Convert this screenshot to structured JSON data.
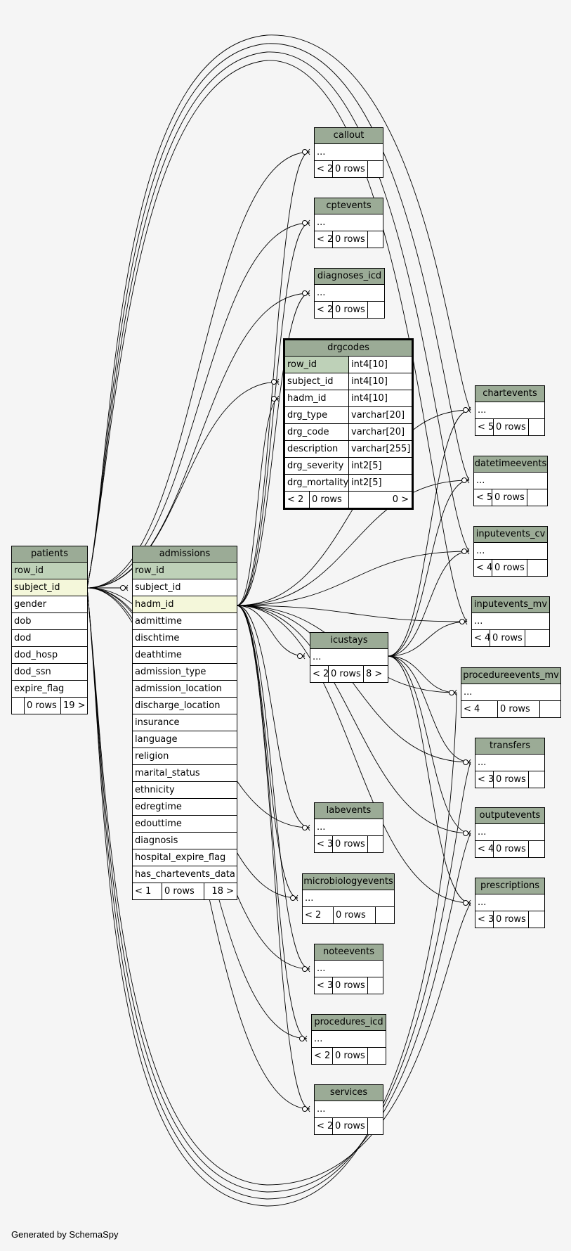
{
  "colors": {
    "header": "#9bab96",
    "primary_key": "#bed1b8",
    "foreign_key": "#f4f7da",
    "background": "#f5f5f5"
  },
  "footer": "Generated by SchemaSpy",
  "patients": {
    "title": "patients",
    "columns": [
      "row_id",
      "subject_id",
      "gender",
      "dob",
      "dod",
      "dod_hosp",
      "dod_ssn",
      "expire_flag"
    ],
    "footer": [
      "",
      "0 rows",
      "19 >"
    ]
  },
  "admissions": {
    "title": "admissions",
    "columns": [
      "row_id",
      "subject_id",
      "hadm_id",
      "admittime",
      "dischtime",
      "deathtime",
      "admission_type",
      "admission_location",
      "discharge_location",
      "insurance",
      "language",
      "religion",
      "marital_status",
      "ethnicity",
      "edregtime",
      "edouttime",
      "diagnosis",
      "hospital_expire_flag",
      "has_chartevents_data"
    ],
    "footer": [
      "< 1",
      "0 rows",
      "18 >"
    ]
  },
  "drgcodes": {
    "title": "drgcodes",
    "columns": [
      {
        "name": "row_id",
        "type": "int4[10]"
      },
      {
        "name": "subject_id",
        "type": "int4[10]"
      },
      {
        "name": "hadm_id",
        "type": "int4[10]"
      },
      {
        "name": "drg_type",
        "type": "varchar[20]"
      },
      {
        "name": "drg_code",
        "type": "varchar[20]"
      },
      {
        "name": "description",
        "type": "varchar[255]"
      },
      {
        "name": "drg_severity",
        "type": "int2[5]"
      },
      {
        "name": "drg_mortality",
        "type": "int2[5]"
      }
    ],
    "footer": [
      "< 2",
      "0 rows",
      "0 >"
    ]
  },
  "icustays": {
    "title": "icustays",
    "body": "...",
    "footer": [
      "< 2",
      "0 rows",
      "8 >"
    ]
  },
  "callout": {
    "title": "callout",
    "body": "...",
    "footer": [
      "< 2",
      "0 rows",
      ""
    ]
  },
  "cptevents": {
    "title": "cptevents",
    "body": "...",
    "footer": [
      "< 2",
      "0 rows",
      ""
    ]
  },
  "diagnoses_icd": {
    "title": "diagnoses_icd",
    "body": "...",
    "footer": [
      "< 2",
      "0 rows",
      ""
    ]
  },
  "labevents": {
    "title": "labevents",
    "body": "...",
    "footer": [
      "< 3",
      "0 rows",
      ""
    ]
  },
  "microbiologyevents": {
    "title": "microbiologyevents",
    "body": "...",
    "footer": [
      "< 2",
      "0 rows",
      ""
    ]
  },
  "noteevents": {
    "title": "noteevents",
    "body": "...",
    "footer": [
      "< 3",
      "0 rows",
      ""
    ]
  },
  "procedures_icd": {
    "title": "procedures_icd",
    "body": "...",
    "footer": [
      "< 2",
      "0 rows",
      ""
    ]
  },
  "services": {
    "title": "services",
    "body": "...",
    "footer": [
      "< 2",
      "0 rows",
      ""
    ]
  },
  "chartevents": {
    "title": "chartevents",
    "body": "...",
    "footer": [
      "< 5",
      "0 rows",
      ""
    ]
  },
  "datetimeevents": {
    "title": "datetimeevents",
    "body": "...",
    "footer": [
      "< 5",
      "0 rows",
      ""
    ]
  },
  "inputevents_cv": {
    "title": "inputevents_cv",
    "body": "...",
    "footer": [
      "< 4",
      "0 rows",
      ""
    ]
  },
  "inputevents_mv": {
    "title": "inputevents_mv",
    "body": "...",
    "footer": [
      "< 4",
      "0 rows",
      ""
    ]
  },
  "procedureevents_mv": {
    "title": "procedureevents_mv",
    "body": "...",
    "footer": [
      "< 4",
      "0 rows",
      ""
    ]
  },
  "transfers": {
    "title": "transfers",
    "body": "...",
    "footer": [
      "< 3",
      "0 rows",
      ""
    ]
  },
  "outputevents": {
    "title": "outputevents",
    "body": "...",
    "footer": [
      "< 4",
      "0 rows",
      ""
    ]
  },
  "prescriptions": {
    "title": "prescriptions",
    "body": "...",
    "footer": [
      "< 3",
      "0 rows",
      ""
    ]
  }
}
